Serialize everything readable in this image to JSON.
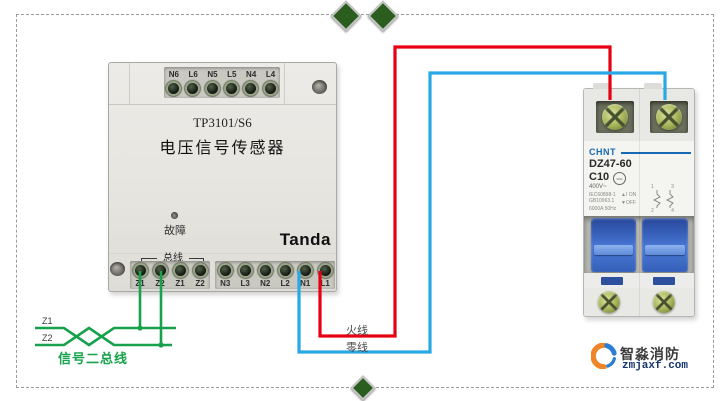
{
  "diagram": {
    "sensor": {
      "model": "TP3101/S6",
      "title": "电压信号传感器",
      "brand": "Tanda",
      "fault_label": "故障",
      "bus_bracket_label": "总线",
      "top_terminals": [
        "N6",
        "L6",
        "N5",
        "L5",
        "N4",
        "L4"
      ],
      "bus_terminals": [
        "Z1",
        "Z2",
        "Z1",
        "Z2"
      ],
      "power_terminals": [
        "N3",
        "L3",
        "N2",
        "L2",
        "N1",
        "L1"
      ]
    },
    "breaker": {
      "brand": "CHNT",
      "model": "DZ47-60",
      "curve_rating": "C10",
      "voltage": "400V~",
      "standard_line1": "IEC60898-1",
      "standard_line2": "GB10963.1",
      "breaking_spec": "6000A 50Hz",
      "on_arrow": "▲",
      "on_label": "I ON",
      "off_arrow": "▼",
      "off_label": "OFF",
      "ccc_mark": "ccc",
      "schematic_top": "1 3",
      "schematic_bottom": "2 4"
    },
    "wires": {
      "live_label": "火线",
      "neutral_label": "零线",
      "bus_line1_label": "Z1",
      "bus_line2_label": "Z2",
      "bus_caption": "信号二总线",
      "live_color": "#e60012",
      "neutral_color": "#29a8e6",
      "signal_color": "#18a14c"
    },
    "watermark": {
      "brand": "智淼消防",
      "site": "zmjaxf.com"
    }
  }
}
